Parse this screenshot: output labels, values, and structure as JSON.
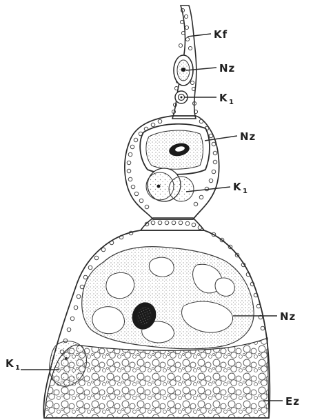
{
  "figure": {
    "labels": {
      "kf": "Kf",
      "nz_top": "Nz",
      "k1_top": "K",
      "k1_top_sub": "1",
      "nz_middle": "Nz",
      "k1_middle": "K",
      "k1_middle_sub": "1",
      "nz_bottom": "Nz",
      "k1_bottom": "K",
      "k1_bottom_sub": "1",
      "ez": "Ez"
    },
    "colors": {
      "ink": "#2b2b2b",
      "background": "#ffffff",
      "stipple": "#9a9a9a",
      "nucleus": "#1a1a1a"
    }
  }
}
